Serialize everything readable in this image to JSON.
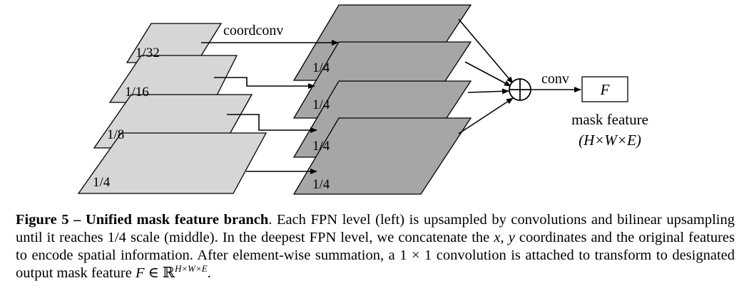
{
  "figure": {
    "left_levels": [
      "1/32",
      "1/16",
      "1/8",
      "1/4"
    ],
    "middle_levels": [
      "1/4",
      "1/4",
      "1/4",
      "1/4"
    ],
    "coordconv_label": "coordconv",
    "conv_label": "conv",
    "output_symbol": "F",
    "output_label": "mask feature",
    "output_dims": "(H×W×E)"
  },
  "caption": {
    "label": "Figure 5 – Unified mask feature branch",
    "text1": ". Each FPN level (left) is upsampled by convolutions and bilinear upsampling until it reaches 1/4 scale (middle). In the deepest FPN level, we concatenate the ",
    "x": "x",
    "comma": ", ",
    "y": "y",
    "text2": " coordinates and the original features to encode spatial information. After element-wise summation, a 1 × 1 convolution is attached to transform to designated output mask feature ",
    "F": "F",
    "in_R": " ∈ ℝ",
    "sup": "H×W×E",
    "end": "."
  }
}
